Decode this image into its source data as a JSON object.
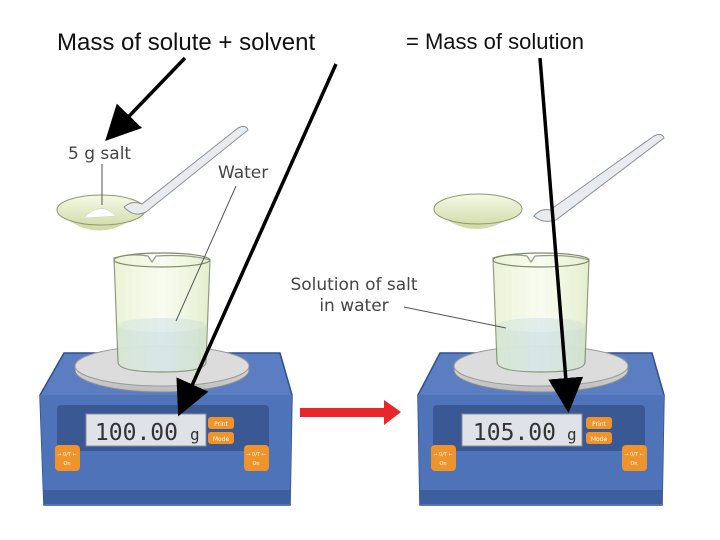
{
  "title_left": "Mass of solute + solvent",
  "title_right": "= Mass of solution",
  "labels": {
    "salt": "5 g salt",
    "water": "Water",
    "solution_line1": "Solution of salt",
    "solution_line2": "in water"
  },
  "balance_left": {
    "reading": "100.00",
    "unit": "g",
    "print_btn": "Print",
    "mode_btn": "Mode",
    "tare_btn_top": "→ 0/T ←",
    "tare_btn_bottom": "On",
    "onoff_btn_top": "→ 0/T ←",
    "onoff_btn_bottom": "On"
  },
  "balance_right": {
    "reading": "105.00",
    "unit": "g",
    "print_btn": "Print",
    "mode_btn": "Mode",
    "tare_btn_top": "→ 0/T ←",
    "tare_btn_bottom": "On",
    "onoff_btn_top": "→ 0/T ←",
    "onoff_btn_bottom": "On"
  },
  "colors": {
    "balance_body": "#5b7ec2",
    "balance_dark": "#3d5e9f",
    "display_bg": "#dfe3e8",
    "orange_button": "#f0932b",
    "water": "#a7c6ea",
    "red_arrow": "#e8262b"
  }
}
